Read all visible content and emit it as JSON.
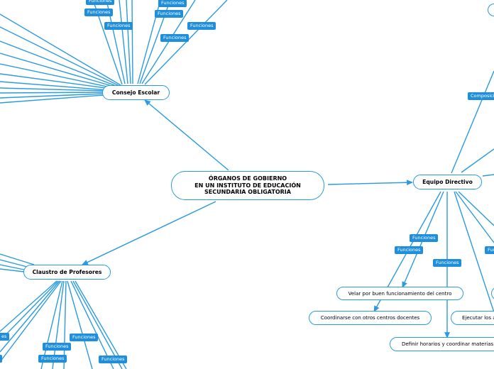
{
  "central": {
    "line1": "ÓRGANOS DE GOBIERNO",
    "line2": "EN UN INSTITUTO DE EDUCACIÓN",
    "line3": "SECUNDARIA OBLIGATORIA"
  },
  "branches": {
    "consejo": "Consejo Escolar",
    "equipo": "Equipo Directivo",
    "claustro": "Claustro de Profesores"
  },
  "equipo_children": {
    "velar": "Velar por buen funcionamiento del centro",
    "coordinarse": "Coordinarse con otros centros docentes",
    "ejecutar": "Ejecutar los a",
    "definir": "Definir horarios y coordinar materias"
  },
  "tags": {
    "funciones": "Funciones",
    "composicion": "Composici",
    "fun_cut": "Fun",
    "es_cut": "es"
  },
  "colors": {
    "accent": "#1f8fdc",
    "line": "#2a9be0"
  }
}
